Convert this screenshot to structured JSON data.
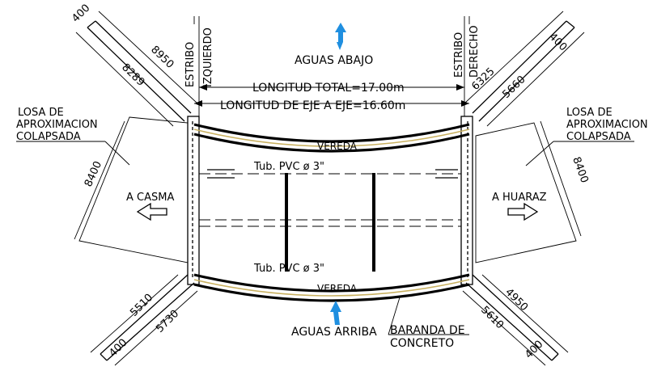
{
  "labels": {
    "estribo_izquierdo_1": "ESTRIBO",
    "estribo_izquierdo_2": "IZQUIERDO",
    "estribo_derecho_1": "ESTRIBO",
    "estribo_derecho_2": "DERECHO",
    "aguas_abajo": "AGUAS ABAJO",
    "aguas_arriba": "AGUAS ARRIBA",
    "longitud_total": "LONGITUD TOTAL=17.00m",
    "longitud_eje": "LONGITUD DE EJE A EJE=16.60m",
    "losa_left_1": "LOSA DE",
    "losa_left_2": "APROXIMACION",
    "losa_left_3": "COLAPSADA",
    "losa_right_1": "LOSA DE",
    "losa_right_2": "APROXIMACION",
    "losa_right_3": "COLAPSADA",
    "a_casma": "A CASMA",
    "a_huaraz": "A HUARAZ",
    "vereda_top": "VEREDA",
    "vereda_bottom": "VEREDA",
    "tub_top": "Tub. PVC ø 3\"",
    "tub_bottom": "Tub. PVC ø 3\"",
    "baranda_1": "BARANDA DE",
    "baranda_2": "CONCRETO"
  },
  "dimensions": {
    "tl_400": "400",
    "tl_8950": "8950",
    "tl_8289": "8289",
    "tr_400": "400",
    "tr_6325": "6325",
    "tr_5660": "5660",
    "left_8400": "8400",
    "right_8400": "8400",
    "bl_5510": "5510",
    "bl_5730": "5730",
    "bl_400": "400",
    "br_4950": "4950",
    "br_5610": "5610",
    "br_400": "400"
  },
  "colors": {
    "flow_arrow": "#1f8fe0",
    "curb": "#c8b060",
    "lines": "#000000"
  }
}
